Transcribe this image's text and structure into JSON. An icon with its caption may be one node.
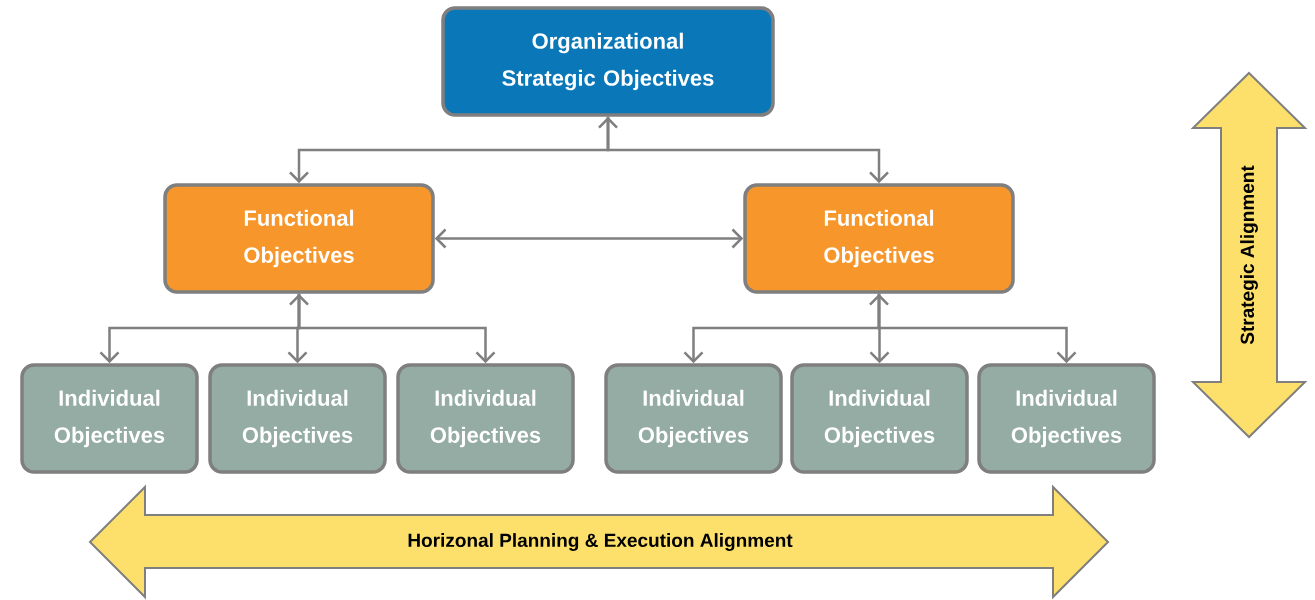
{
  "diagram": {
    "nodes": [
      {
        "text": [
          "Organizational Strategic Objectives"
        ]
      },
      {
        "text": [
          "Functional Objectives"
        ]
      },
      {
        "text": [
          "Functional Objectives"
        ]
      },
      {
        "text": [
          "Individual Objectives"
        ]
      },
      {
        "text": [
          "Individual Objectives"
        ]
      },
      {
        "text": [
          "Individual Objectives"
        ]
      },
      {
        "text": [
          "Individual Objectives"
        ]
      },
      {
        "text": [
          "Individual Objectives"
        ]
      },
      {
        "text": [
          "Individual Objectives"
        ]
      },
      {
        "text": [
          "Horizonal Planning & Execution Alignment"
        ]
      },
      {
        "text": [
          "Strategic Alignment"
        ]
      }
    ],
    "edges": [
      {
        "from": 0,
        "to": 1,
        "arrow": "both"
      },
      {
        "from": 0,
        "to": 2,
        "arrow": "both"
      },
      {
        "from": 1,
        "to": 2,
        "arrow": "both"
      },
      {
        "from": 1,
        "to": 3,
        "arrow": "both"
      },
      {
        "from": 1,
        "to": 4,
        "arrow": "both"
      },
      {
        "from": 1,
        "to": 5,
        "arrow": "both"
      },
      {
        "from": 2,
        "to": 6,
        "arrow": "both"
      },
      {
        "from": 2,
        "to": 7,
        "arrow": "both"
      },
      {
        "from": 2,
        "to": 8,
        "arrow": "both"
      }
    ]
  }
}
